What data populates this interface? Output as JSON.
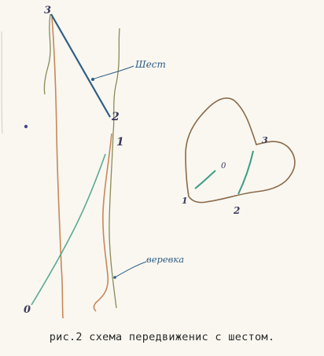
{
  "labels": {
    "pole_label": "Шест",
    "rope_label": "веревка",
    "point_3_main": "3",
    "point_2_main": "2",
    "point_1_main": "1",
    "point_0_main": "0",
    "point_0_inset": "0",
    "point_1_inset": "1",
    "point_2_inset": "2",
    "point_3_inset": "3"
  },
  "caption": "рис.2 схема передвиженис с шестом.",
  "colors": {
    "ink_blue": "#2f5d86",
    "teal_pencil": "#3f9c86",
    "orange_pencil": "#c8875a",
    "olive_pencil": "#8a8a5a",
    "brown_pencil": "#8a6a4a",
    "paper": "#f9f7f0"
  }
}
